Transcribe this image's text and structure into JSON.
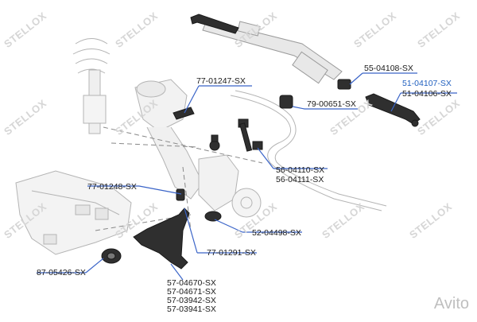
{
  "watermark": {
    "text": "STELLOX"
  },
  "parts": {
    "p1": "77-01247-SX",
    "p2": "55-04108-SX",
    "p3": "51-04107-SX",
    "p4": "51-04106-SX",
    "p5": "79-00651-SX",
    "p6": "56-04110-SX",
    "p7": "56-04111-SX",
    "p8": "77-01248-SX",
    "p9": "52-04498-SX",
    "p10": "77-01291-SX",
    "p11": "87-05426-SX",
    "p12": "57-04670-SX",
    "p13": "57-04671-SX",
    "p14": "57-03942-SX",
    "p15": "57-03941-SX"
  },
  "brand": {
    "avito": "Avito"
  },
  "colors": {
    "highlight": "#1f5fbf",
    "part": "#2a2a2a",
    "accent": "#3a64c8"
  }
}
